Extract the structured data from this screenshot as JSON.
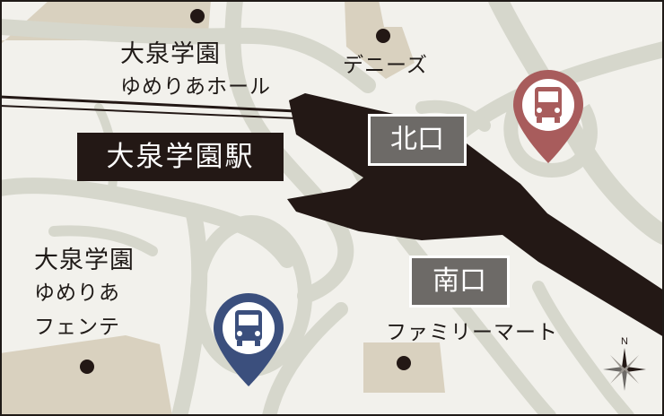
{
  "colors": {
    "background": "#f2f1ec",
    "road": "#d6d7cc",
    "building": "#d9d1bf",
    "station": "#231815",
    "exit_box": "#6d6a67",
    "bus_pin_north": "#a85c5c",
    "bus_pin_south": "#3b4f7d",
    "border": "#1f1a17"
  },
  "station": {
    "name": "大泉学園駅"
  },
  "exits": {
    "north": "北口",
    "south": "南口"
  },
  "landmarks": {
    "yumeri_hall": {
      "line1": "大泉学園",
      "line2": "ゆめりあホール"
    },
    "dennys": {
      "name": "デニーズ"
    },
    "yumeri_fente": {
      "line1": "大泉学園",
      "line2": "ゆめりあ",
      "line3": "フェンテ"
    },
    "familymart": {
      "name": "ファミリーマート"
    }
  },
  "bus_stops": [
    {
      "id": "north",
      "icon": "bus-icon",
      "color": "#a85c5c"
    },
    {
      "id": "south",
      "icon": "bus-icon",
      "color": "#3b4f7d"
    }
  ],
  "compass": {
    "north_label": "N",
    "icon": "compass-rose-icon"
  }
}
